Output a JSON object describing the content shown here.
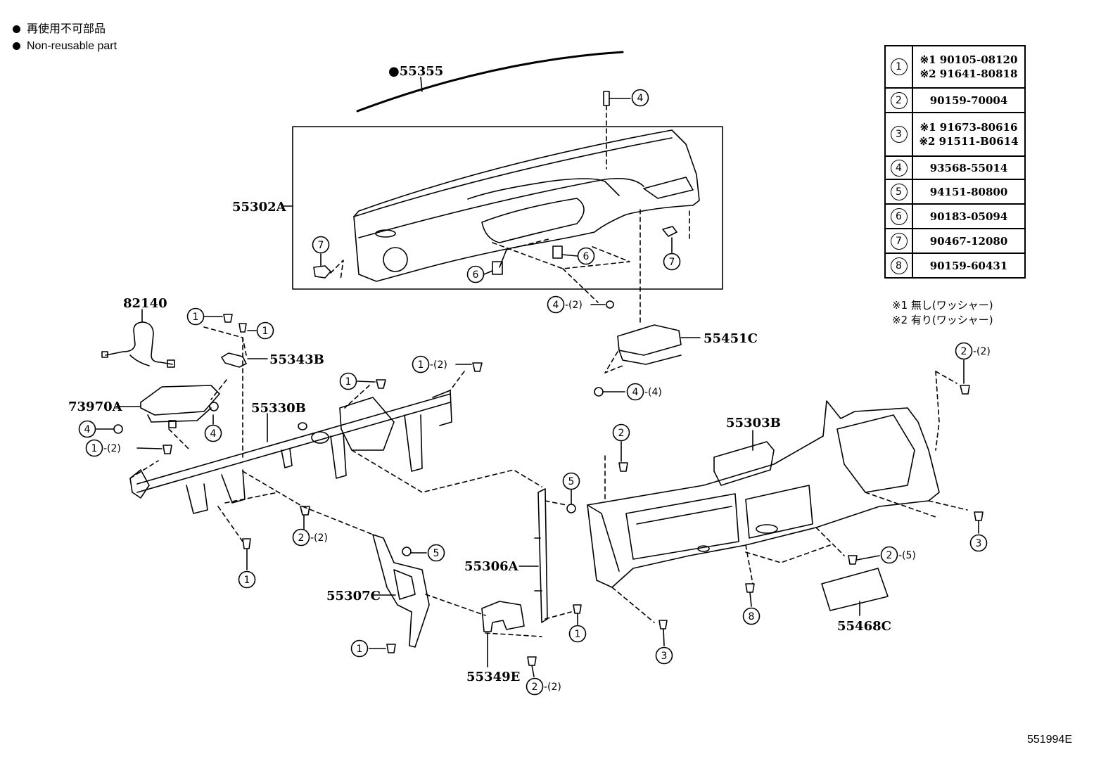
{
  "legend": {
    "jp": "再使用不可部品",
    "en": "Non-reusable part"
  },
  "sheet_code": "551994E",
  "parts_table": [
    {
      "num": "1",
      "lines": [
        "※1 90105-08120",
        "※2 91641-80818"
      ]
    },
    {
      "num": "2",
      "lines": [
        "90159-70004"
      ]
    },
    {
      "num": "3",
      "lines": [
        "※1 91673-80616",
        "※2 91511-B0614"
      ]
    },
    {
      "num": "4",
      "lines": [
        "93568-55014"
      ]
    },
    {
      "num": "5",
      "lines": [
        "94151-80800"
      ]
    },
    {
      "num": "6",
      "lines": [
        "90183-05094"
      ]
    },
    {
      "num": "7",
      "lines": [
        "90467-12080"
      ]
    },
    {
      "num": "8",
      "lines": [
        "90159-60431"
      ]
    }
  ],
  "notes": [
    "※1 無し(ワッシャー)",
    "※2 有り(ワッシャー)"
  ],
  "part_labels": {
    "p55355": "●55355",
    "p55302A": "55302A",
    "p82140": "82140",
    "p55343B": "55343B",
    "p73970A": "73970A",
    "p55330B": "55330B",
    "p55451C": "55451C",
    "p55303B": "55303B",
    "p55306A": "55306A",
    "p55307C": "55307C",
    "p55349E": "55349E",
    "p55468C": "55468C"
  },
  "callouts": [
    {
      "num": "4",
      "suffix": ""
    },
    {
      "num": "7",
      "suffix": ""
    },
    {
      "num": "6",
      "suffix": ""
    },
    {
      "num": "6",
      "suffix": ""
    },
    {
      "num": "7",
      "suffix": ""
    },
    {
      "num": "4",
      "suffix": "-(2)"
    },
    {
      "num": "1",
      "suffix": ""
    },
    {
      "num": "1",
      "suffix": ""
    },
    {
      "num": "1",
      "suffix": ""
    },
    {
      "num": "1",
      "suffix": "-(2)"
    },
    {
      "num": "4",
      "suffix": ""
    },
    {
      "num": "4",
      "suffix": ""
    },
    {
      "num": "1",
      "suffix": "-(2)"
    },
    {
      "num": "4",
      "suffix": "-(4)"
    },
    {
      "num": "2",
      "suffix": "-(2)"
    },
    {
      "num": "2",
      "suffix": ""
    },
    {
      "num": "5",
      "suffix": ""
    },
    {
      "num": "2",
      "suffix": "-(2)"
    },
    {
      "num": "5",
      "suffix": ""
    },
    {
      "num": "1",
      "suffix": ""
    },
    {
      "num": "1",
      "suffix": ""
    },
    {
      "num": "1",
      "suffix": ""
    },
    {
      "num": "2",
      "suffix": "-(2)"
    },
    {
      "num": "3",
      "suffix": ""
    },
    {
      "num": "8",
      "suffix": ""
    },
    {
      "num": "2",
      "suffix": "-(5)"
    },
    {
      "num": "3",
      "suffix": ""
    }
  ]
}
